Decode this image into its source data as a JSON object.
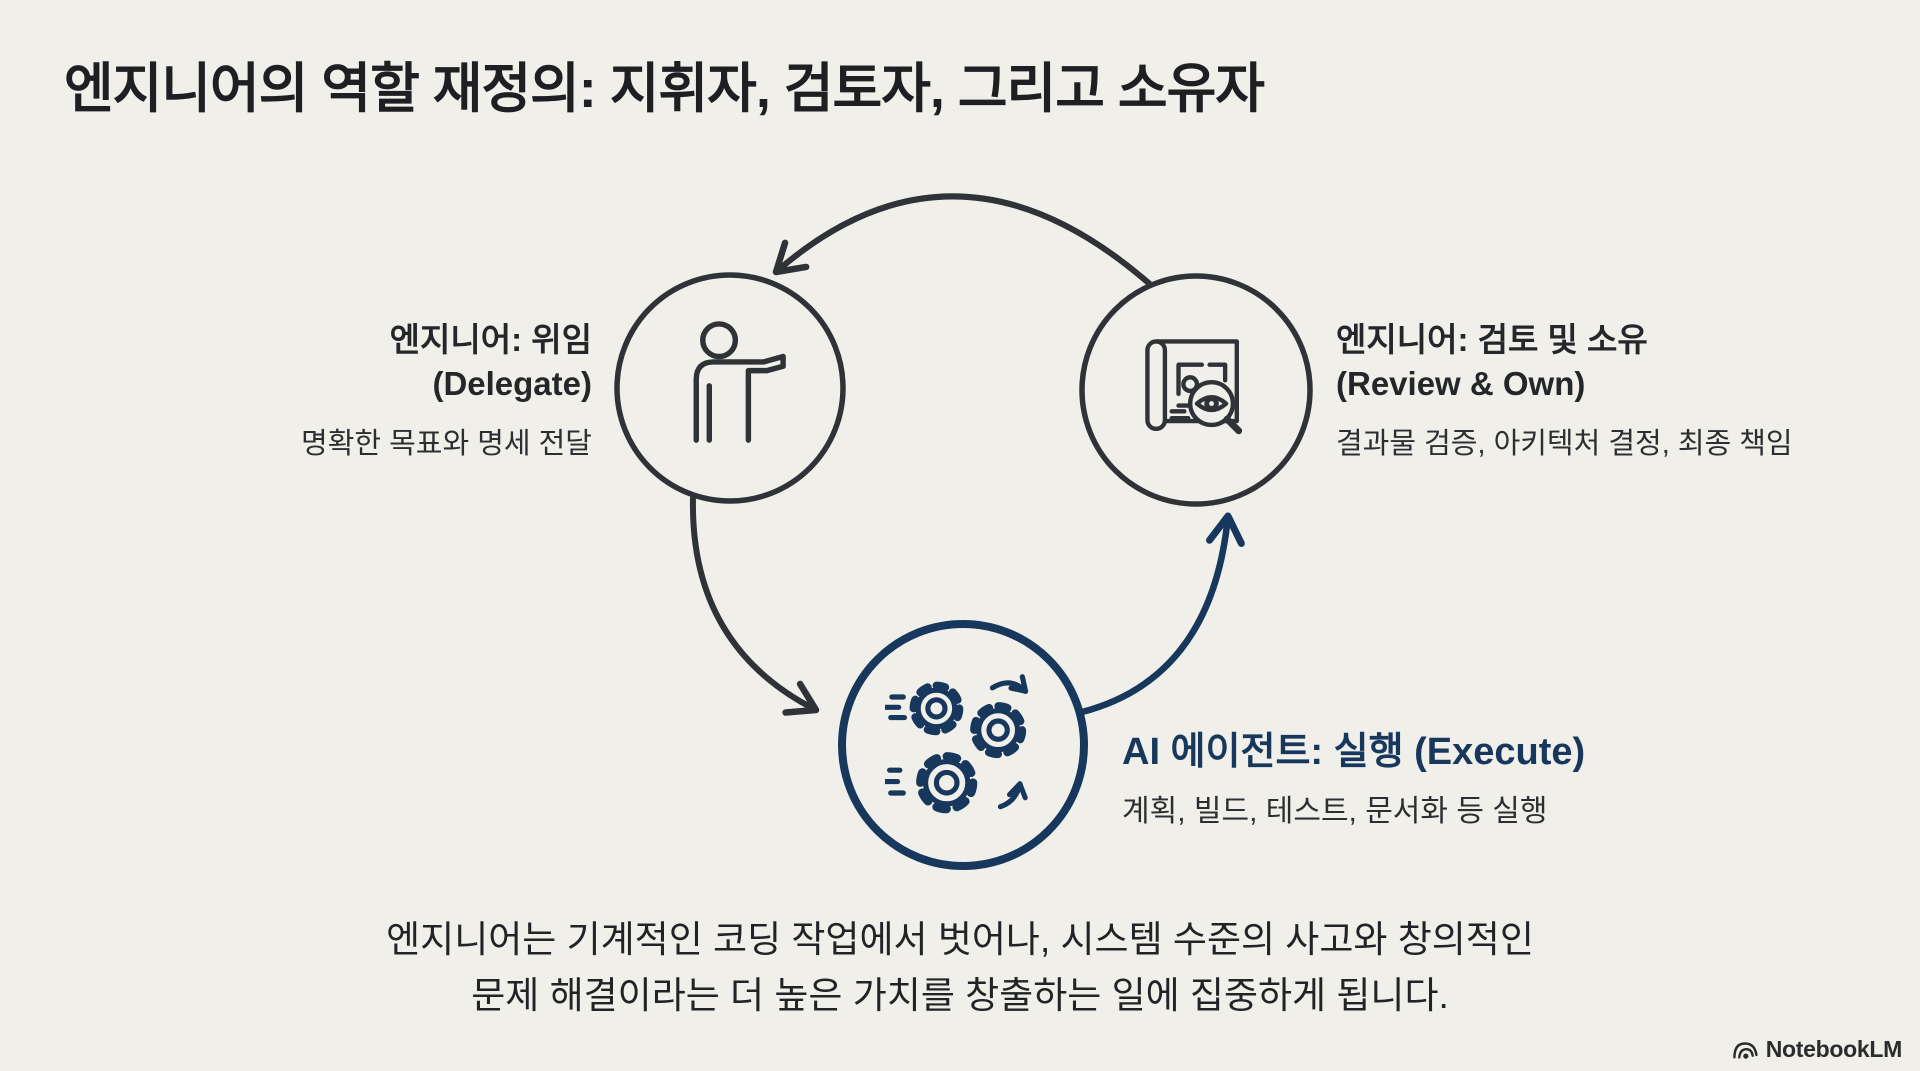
{
  "page": {
    "title": "엔지니어의 역할 재정의: 지휘자, 검토자, 그리고 소유자"
  },
  "colors": {
    "background": "#f0efea",
    "ink_dark": "#2f3337",
    "navy_accent": "#17375c",
    "title_text": "#1d1f22"
  },
  "diagram": {
    "nodes": {
      "delegate": {
        "title": "엔지니어: 위임",
        "subtitle": "(Delegate)",
        "description": "명확한 목표와 명세 전달",
        "icon": "person-pointing-icon"
      },
      "review": {
        "title": "엔지니어: 검토 및 소유",
        "subtitle": "(Review & Own)",
        "description": "결과물 검증, 아키텍처 결정, 최종 책임",
        "icon": "blueprint-magnifier-eye-icon"
      },
      "execute": {
        "title": "AI 에이전트: 실행 (Execute)",
        "description": "계획, 빌드, 테스트, 문서화 등 실행",
        "icon": "gears-icon"
      }
    },
    "arrows": [
      "review-to-delegate",
      "delegate-to-execute",
      "execute-to-review"
    ]
  },
  "footer": {
    "summary_line1": "엔지니어는 기계적인 코딩 작업에서 벗어나, 시스템 수준의 사고와 창의적인",
    "summary_line2": "문제 해결이라는 더 높은 가치를 창출하는 일에 집중하게 됩니다.",
    "brand": "NotebookLM",
    "brand_icon": "notebooklm-logo-icon"
  }
}
